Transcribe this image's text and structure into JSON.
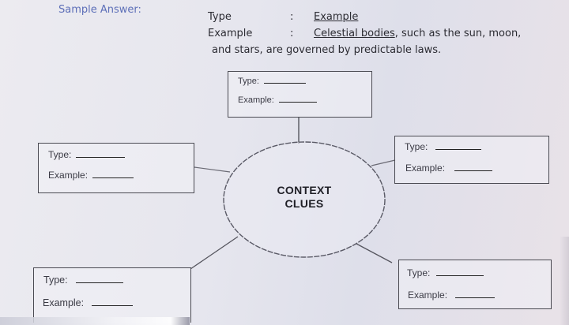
{
  "header": {
    "sample_label": "Sample Answer:",
    "row1": {
      "key": "Type",
      "sep": ":",
      "value": "Example"
    },
    "row2": {
      "key": "Example",
      "sep": ":",
      "value_underlined": "Celestial bodies",
      "value_rest": ", such as the sun, moon,"
    },
    "row3": "and stars, are governed by predictable laws."
  },
  "diagram": {
    "center_line1": "CONTEXT",
    "center_line2": "CLUES",
    "boxes": [
      {
        "id": "top",
        "type_label": "Type:",
        "example_label": "Example:"
      },
      {
        "id": "left",
        "type_label": "Type:",
        "example_label": "Example:"
      },
      {
        "id": "right",
        "type_label": "Type:",
        "example_label": "Example:"
      },
      {
        "id": "bottom-left",
        "type_label": "Type:",
        "example_label": "Example:"
      },
      {
        "id": "bottom-right",
        "type_label": "Type:",
        "example_label": "Example:"
      }
    ]
  },
  "colors": {
    "sample_label": "#5d6fb8",
    "ink": "#2a2a30",
    "line": "#55555e"
  }
}
